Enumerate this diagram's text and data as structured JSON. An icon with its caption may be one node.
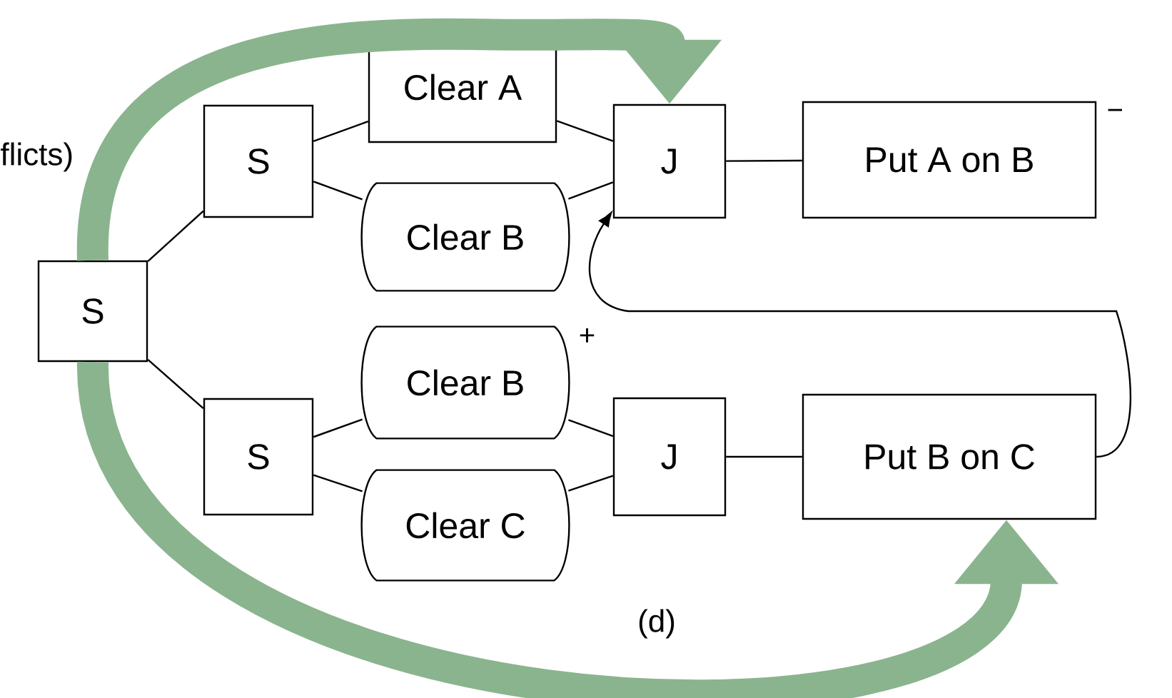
{
  "diagram": {
    "nodes": [
      {
        "text": [
          "S"
        ]
      },
      {
        "text": [
          "S"
        ]
      },
      {
        "text": [
          "Clear A"
        ]
      },
      {
        "text": [
          "Clear B"
        ]
      },
      {
        "text": [
          "J"
        ]
      },
      {
        "text": [
          "Put A on B"
        ],
        "beside": [
          "−"
        ]
      },
      {
        "text": [
          "S"
        ]
      },
      {
        "text": [
          "Clear B"
        ],
        "beside": [
          "+"
        ]
      },
      {
        "text": [
          "Clear C"
        ]
      },
      {
        "text": [
          "J"
        ]
      },
      {
        "text": [
          "Put B on C"
        ]
      }
    ],
    "edges": [
      {
        "from": 0,
        "to": 1,
        "arrow": "none"
      },
      {
        "from": 0,
        "to": 6,
        "arrow": "none"
      },
      {
        "from": 1,
        "to": 2,
        "arrow": "none"
      },
      {
        "from": 1,
        "to": 3,
        "arrow": "none"
      },
      {
        "from": 2,
        "to": 4,
        "arrow": "none"
      },
      {
        "from": 3,
        "to": 4,
        "arrow": "none"
      },
      {
        "from": 4,
        "to": 5,
        "arrow": "none"
      },
      {
        "from": 6,
        "to": 7,
        "arrow": "none"
      },
      {
        "from": 6,
        "to": 8,
        "arrow": "none"
      },
      {
        "from": 7,
        "to": 9,
        "arrow": "none"
      },
      {
        "from": 8,
        "to": 9,
        "arrow": "none"
      },
      {
        "from": 9,
        "to": 10,
        "arrow": "none"
      },
      {
        "from": 10,
        "to": 4,
        "arrow": "to"
      },
      {
        "from": 0,
        "to": 4,
        "arrow": "to",
        "style": "thick",
        "color": "#8ab48e"
      },
      {
        "from": 0,
        "to": 10,
        "arrow": "to",
        "style": "thick",
        "color": "#8ab48e"
      }
    ],
    "labels": [
      "flicts)",
      "(d)"
    ]
  }
}
